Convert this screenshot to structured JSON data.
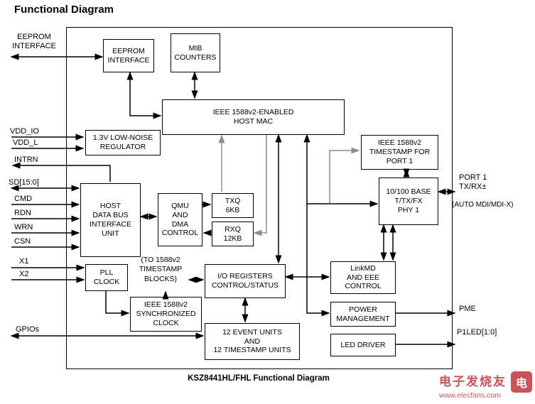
{
  "title": "Functional Diagram",
  "caption": "KSZ8441HL/FHL Functional Diagram",
  "blocks": {
    "eeprom_interface": "EEPROM\nINTERFACE",
    "mib_counters": "MIB\nCOUNTERS",
    "host_mac": "IEEE 1588v2-ENABLED\nHOST MAC",
    "regulator": "1.3V LOW-NOISE\nREGULATOR",
    "timestamp_port1": "IEEE 1588v2\nTIMESTAMP FOR\nPORT 1",
    "phy1": "10/100 BASE\nT/TX/FX\nPHY 1",
    "host_bus": "HOST\nDATA BUS\nINTERFACE\nUNIT",
    "qmu": "QMU\nAND\nDMA\nCONTROL",
    "txq": "TXQ\n6KB",
    "rxq": "RXQ\n12KB",
    "pll": "PLL\nCLOCK",
    "io_registers": "I/O REGISTERS\nCONTROL/STATUS",
    "sync_clock": "IEEE 1588v2\nSYNCHRONIZED\nCLOCK",
    "event_units": "12 EVENT UNITS\nAND\n12 TIMESTAMP UNITS",
    "linkmd": "LinkMD\nAND EEE\nCONTROL",
    "power_mgmt": "POWER\nMANAGEMENT",
    "led_driver": "LED DRIVER",
    "timestamp_note": "(TO 1588v2\nTIMESTAMP\nBLOCKS)"
  },
  "pins_left": {
    "eeprom": "EEPROM\nINTERFACE",
    "vdd_io": "VDD_IO",
    "vdd_l": "VDD_L",
    "intrn": "INTRN",
    "sd": "SD[15:0]",
    "cmd": "CMD",
    "rdn": "RDN",
    "wrn": "WRN",
    "csn": "CSN",
    "x1": "X1",
    "x2": "X2",
    "gpios": "GPIOs"
  },
  "pins_right": {
    "port1": "PORT 1\nTX/RX±",
    "auto_mdi": "(AUTO MDI/MDI-X)",
    "pme": "PME",
    "p1led": "P1LED[1:0]"
  },
  "watermark": {
    "brand": "电子发烧友",
    "url": "www.elecfans.com",
    "icon": "电"
  },
  "colors": {
    "line": "#000000",
    "gray_line": "#8c8c8c",
    "watermark": "#c5333b"
  }
}
